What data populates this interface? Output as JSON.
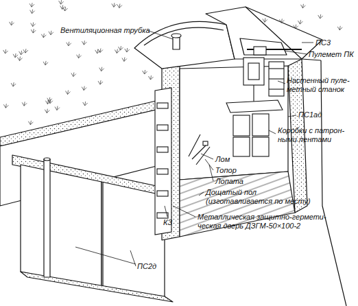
{
  "diagram": {
    "labels": [
      "Вентиляционная трубка",
      "ПС3",
      "Пулемет ПК",
      "Настенный пуле- метный станок",
      "ПС1ад",
      "Коробки с патрон- ными лентами",
      "Лом",
      "Топор",
      "Лопата",
      "Дощатый пол (изготавливается по месту)",
      "Металлическая защитно-гермети- ческая дверь ДЗГМ-50×100-2",
      "КЗ",
      "ПС2д"
    ]
  }
}
